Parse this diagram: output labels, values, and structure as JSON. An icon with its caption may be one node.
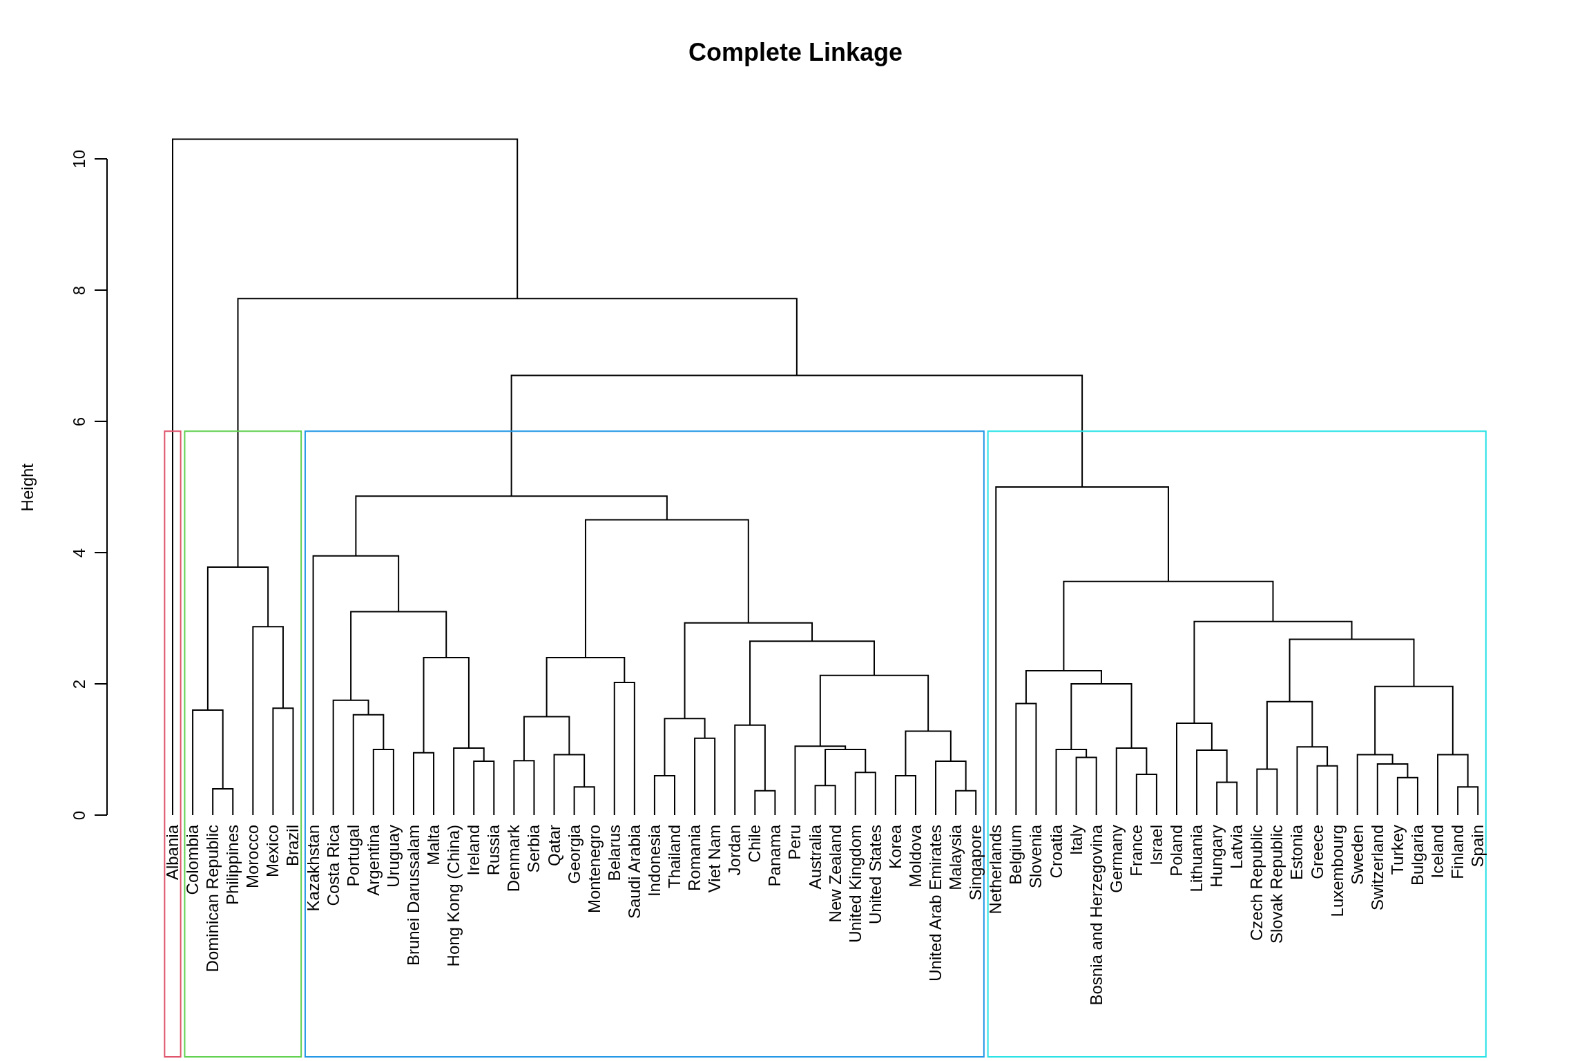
{
  "diagram": {
    "title": "Complete Linkage",
    "labels": [
      "10",
      "8",
      "6",
      "4",
      "2",
      "0",
      "Height",
      "Albania",
      "Colombia",
      "Dominican Republic",
      "Philippines",
      "Morocco",
      "Mexico",
      "Brazil",
      "Kazakhstan",
      "Costa Rica",
      "Portugal",
      "Argentina",
      "Uruguay",
      "Brunei Darussalam",
      "Malta",
      "Hong Kong (China)",
      "Ireland",
      "Russia",
      "Denmark",
      "Serbia",
      "Qatar",
      "Georgia",
      "Montenegro",
      "Belarus",
      "Saudi Arabia",
      "Indonesia",
      "Thailand",
      "Romania",
      "Viet Nam",
      "Jordan",
      "Chile",
      "Panama",
      "Peru",
      "Australia",
      "New Zealand",
      "United Kingdom",
      "United States",
      "Korea",
      "Moldova",
      "United Arab Emirates",
      "Malaysia",
      "Singapore",
      "Netherlands",
      "Belgium",
      "Slovenia",
      "Croatia",
      "Italy",
      "Bosnia and Herzegovina",
      "Germany",
      "France",
      "Israel",
      "Poland",
      "Lithuania",
      "Hungary",
      "Latvia",
      "Czech Republic",
      "Slovak Republic",
      "Estonia",
      "Greece",
      "Luxembourg",
      "Sweden",
      "Switzerland",
      "Turkey",
      "Bulgaria",
      "Iceland",
      "Finland",
      "Spain"
    ]
  }
}
